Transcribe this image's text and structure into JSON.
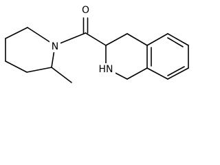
{
  "atoms": {
    "oxygen": "O",
    "piperidine_nitrogen": "N",
    "ring_nh": "HN"
  },
  "colors": {
    "bond": "#000000",
    "background": "#ffffff"
  }
}
